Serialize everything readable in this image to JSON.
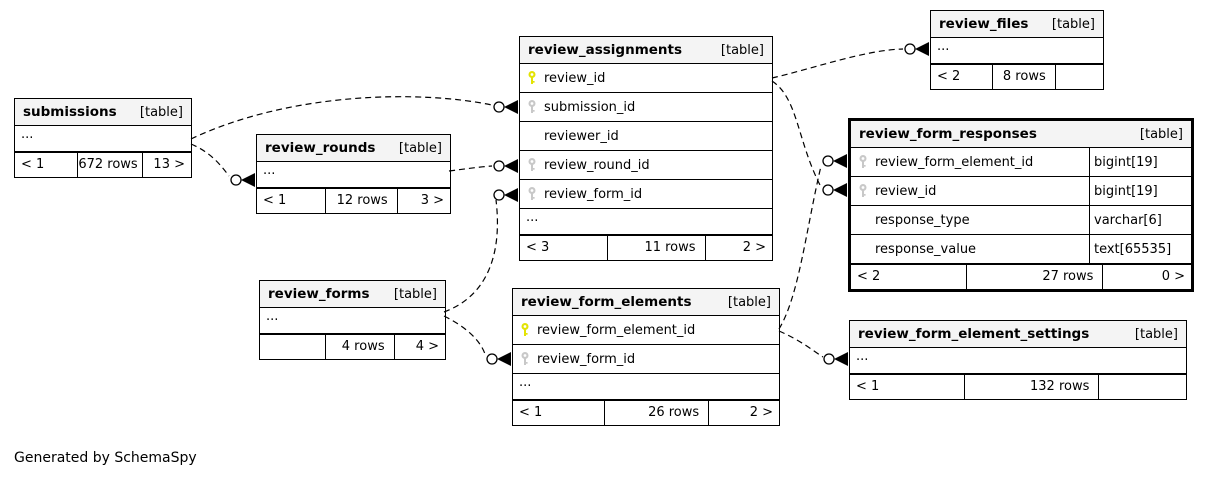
{
  "diagram": {
    "footer_note": "Generated by SchemaSpy",
    "colors": {
      "header_bg": "#f4f4f4",
      "primary_key": "#e3e303",
      "foreign_key": "#c8c8c8",
      "border": "#000000"
    }
  },
  "tables": {
    "submissions": {
      "name": "submissions",
      "tag": "[table]",
      "body": "...",
      "footer": {
        "left": "< 1",
        "middle": "672 rows",
        "right": "13 >"
      }
    },
    "review_rounds": {
      "name": "review_rounds",
      "tag": "[table]",
      "body": "...",
      "footer": {
        "left": "< 1",
        "middle": "12 rows",
        "right": "3 >"
      }
    },
    "review_assignments": {
      "name": "review_assignments",
      "tag": "[table]",
      "columns": [
        {
          "name": "review_id",
          "key": "primary"
        },
        {
          "name": "submission_id",
          "key": "foreign"
        },
        {
          "name": "reviewer_id",
          "key": "none"
        },
        {
          "name": "review_round_id",
          "key": "foreign"
        },
        {
          "name": "review_form_id",
          "key": "foreign"
        }
      ],
      "more": "...",
      "footer": {
        "left": "< 3",
        "middle": "11 rows",
        "right": "2 >"
      }
    },
    "review_files": {
      "name": "review_files",
      "tag": "[table]",
      "body": "...",
      "footer": {
        "left": "< 2",
        "middle": "8 rows",
        "right": ""
      }
    },
    "review_form_responses": {
      "name": "review_form_responses",
      "tag": "[table]",
      "columns": [
        {
          "name": "review_form_element_id",
          "key": "foreign",
          "type": "bigint[19]"
        },
        {
          "name": "review_id",
          "key": "foreign",
          "type": "bigint[19]"
        },
        {
          "name": "response_type",
          "key": "none",
          "type": "varchar[6]"
        },
        {
          "name": "response_value",
          "key": "none",
          "type": "text[65535]"
        }
      ],
      "footer": {
        "left": "< 2",
        "middle": "27 rows",
        "right": "0 >"
      }
    },
    "review_forms": {
      "name": "review_forms",
      "tag": "[table]",
      "body": "...",
      "footer": {
        "left": "",
        "middle": "4 rows",
        "right": "4 >"
      }
    },
    "review_form_elements": {
      "name": "review_form_elements",
      "tag": "[table]",
      "columns": [
        {
          "name": "review_form_element_id",
          "key": "primary"
        },
        {
          "name": "review_form_id",
          "key": "foreign"
        }
      ],
      "more": "...",
      "footer": {
        "left": "< 1",
        "middle": "26 rows",
        "right": "2 >"
      }
    },
    "review_form_element_settings": {
      "name": "review_form_element_settings",
      "tag": "[table]",
      "body": "...",
      "footer": {
        "left": "< 1",
        "middle": "132 rows",
        "right": ""
      }
    }
  },
  "relationships": [
    {
      "from": "submissions",
      "to": "review_assignments.submission_id"
    },
    {
      "from": "submissions",
      "to": "review_rounds"
    },
    {
      "from": "review_rounds",
      "to": "review_assignments.review_round_id"
    },
    {
      "from": "review_forms",
      "to": "review_assignments.review_form_id"
    },
    {
      "from": "review_forms",
      "to": "review_form_elements.review_form_id"
    },
    {
      "from": "review_assignments.review_id",
      "to": "review_files"
    },
    {
      "from": "review_assignments.review_id",
      "to": "review_form_responses.review_id"
    },
    {
      "from": "review_form_elements.review_form_element_id",
      "to": "review_form_responses.review_form_element_id"
    },
    {
      "from": "review_form_elements.review_form_element_id",
      "to": "review_form_element_settings"
    }
  ]
}
